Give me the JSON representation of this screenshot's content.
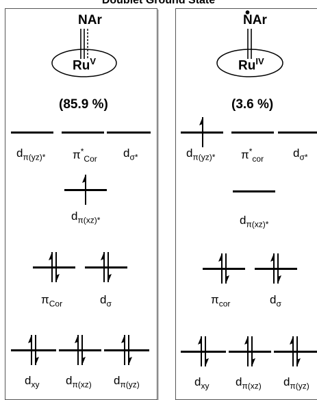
{
  "title": "Doublet Ground State",
  "left": {
    "ligand": "NAr",
    "metal": "Ru",
    "oxidation": "V",
    "percent": "(85.9 %)",
    "row1": [
      {
        "base": "d",
        "sub": "π(yz)*",
        "sup": ""
      },
      {
        "base": "π",
        "sub": "Cor",
        "sup": "*"
      },
      {
        "base": "d",
        "sub": "σ*",
        "sup": ""
      }
    ],
    "row2": {
      "base": "d",
      "sub": "π(xz)*"
    },
    "row3": [
      {
        "base": "π",
        "sub": "Cor"
      },
      {
        "base": "d",
        "sub": "σ"
      }
    ],
    "row4": [
      {
        "base": "d",
        "sub": "xy"
      },
      {
        "base": "d",
        "sub": "π(xz)"
      },
      {
        "base": "d",
        "sub": "π(yz)"
      }
    ]
  },
  "right": {
    "ligand": "NAr",
    "radical_dot": "•",
    "metal": "Ru",
    "oxidation": "IV",
    "percent": "(3.6 %)",
    "row1": [
      {
        "base": "d",
        "sub": "π(yz)*",
        "sup": ""
      },
      {
        "base": "π",
        "sub": "cor",
        "sup": "*"
      },
      {
        "base": "d",
        "sub": "σ*",
        "sup": ""
      }
    ],
    "row2": {
      "base": "d",
      "sub": "π(xz)*"
    },
    "row3": [
      {
        "base": "π",
        "sub": "cor"
      },
      {
        "base": "d",
        "sub": "σ"
      }
    ],
    "row4": [
      {
        "base": "d",
        "sub": "xy"
      },
      {
        "base": "d",
        "sub": "π(xz)"
      },
      {
        "base": "d",
        "sub": "π(yz)"
      }
    ]
  }
}
